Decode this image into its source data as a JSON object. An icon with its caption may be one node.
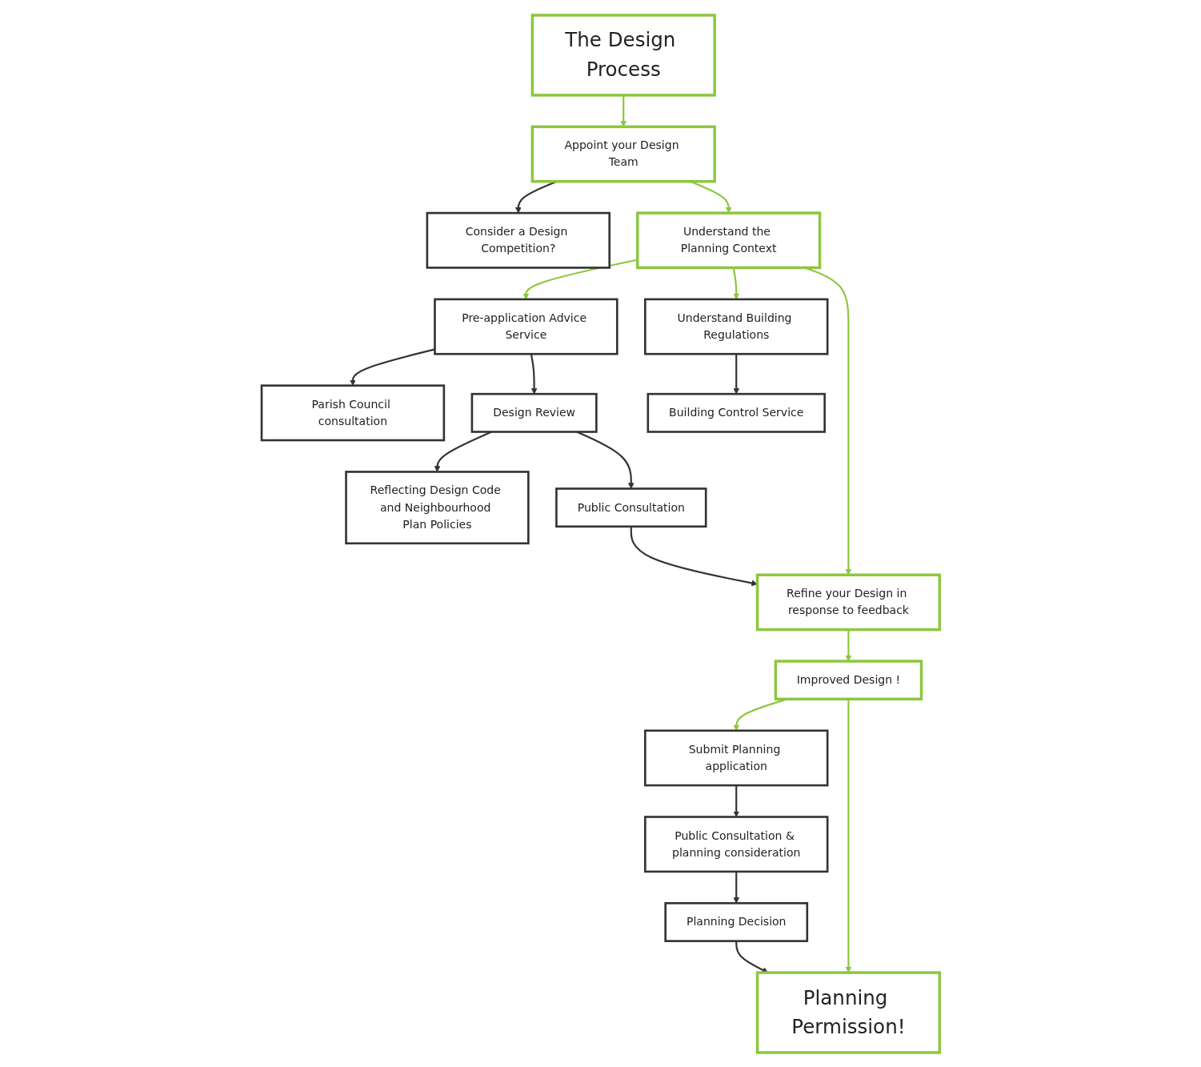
{
  "diagram": {
    "nodes": [
      {
        "text": [
          "The Design Process"
        ]
      },
      {
        "text": [
          "Appoint your Design Team"
        ]
      },
      {
        "text": [
          "Consider a Design Competition?"
        ]
      },
      {
        "text": [
          "Pre-application Advice Service"
        ]
      },
      {
        "text": [
          "Understand the Planning Context"
        ]
      },
      {
        "text": [
          "Understand Building Regulations"
        ]
      },
      {
        "text": [
          "Parish Council consultation"
        ]
      },
      {
        "text": [
          "Design Review"
        ]
      },
      {
        "text": [
          "Reflecting Design Code and Neighbourhood Plan Policies"
        ]
      },
      {
        "text": [
          "Building Control Service"
        ]
      },
      {
        "text": [
          "Public Consultation"
        ]
      },
      {
        "text": [
          "Refine your Design in response to feedback"
        ]
      },
      {
        "text": [
          "Submit Planning application"
        ]
      },
      {
        "text": [
          "Improved Design !"
        ]
      },
      {
        "text": [
          "Public Consultation & planning consideration"
        ]
      },
      {
        "text": [
          "Planning Decision"
        ]
      },
      {
        "text": [
          "Planning Permission!"
        ]
      }
    ],
    "edges": [
      {
        "from": 0,
        "to": 1,
        "arrow": "to",
        "color": "#8dc63f"
      },
      {
        "from": 1,
        "to": 2,
        "arrow": "to"
      },
      {
        "from": 1,
        "to": 4,
        "arrow": "to",
        "color": "#8dc63f"
      },
      {
        "from": 4,
        "to": 3,
        "arrow": "to",
        "color": "#8dc63f"
      },
      {
        "from": 4,
        "to": 5,
        "arrow": "to",
        "color": "#8dc63f"
      },
      {
        "from": 3,
        "to": 6,
        "arrow": "to"
      },
      {
        "from": 3,
        "to": 7,
        "arrow": "to"
      },
      {
        "from": 7,
        "to": 8,
        "arrow": "to"
      },
      {
        "from": 5,
        "to": 9,
        "arrow": "to"
      },
      {
        "from": 7,
        "to": 10,
        "arrow": "to"
      },
      {
        "from": 4,
        "to": 11,
        "arrow": "to",
        "color": "#8dc63f"
      },
      {
        "from": 10,
        "to": 11,
        "arrow": "to"
      },
      {
        "from": 11,
        "to": 13,
        "arrow": "to",
        "color": "#8dc63f"
      },
      {
        "from": 13,
        "to": 12,
        "arrow": "to",
        "color": "#8dc63f"
      },
      {
        "from": 12,
        "to": 14,
        "arrow": "to"
      },
      {
        "from": 14,
        "to": 15,
        "arrow": "to"
      },
      {
        "from": 15,
        "to": 16,
        "arrow": "to"
      },
      {
        "from": 13,
        "to": 16,
        "arrow": "to",
        "color": "#8dc63f"
      }
    ]
  }
}
